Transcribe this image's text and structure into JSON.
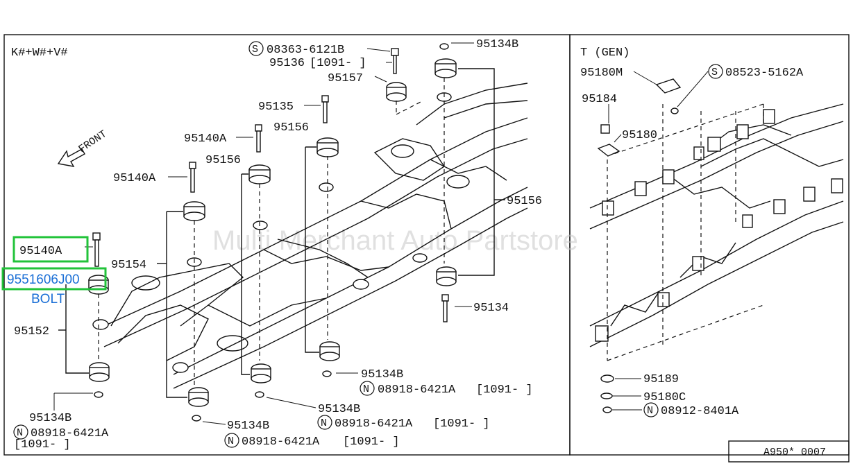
{
  "watermark": "Multi Merchant Auto Partstore",
  "left_panel": {
    "model_code": "K#+W#+V#",
    "front_label": "FRONT",
    "labels": {
      "s_bolt_top": "08363-6121B",
      "p95136": "95136",
      "p95136_range": "[1091-    ]",
      "p95134b_top": "95134B",
      "p95157": "95157",
      "p95135": "95135",
      "p95156_a": "95156",
      "p95140a_a": "95140A",
      "p95156_b": "95156",
      "p95140a_b": "95140A",
      "p95156_c": "95156",
      "p95140a_c": "95140A",
      "p95154": "95154",
      "bolt_part_number": "9551606J00",
      "bolt_caption": "BOLT",
      "p95152": "95152",
      "p95134": "95134",
      "p95134b_r": "95134B",
      "n_r": "08918-6421A",
      "n_r_range": "[1091-       ]",
      "p95134b_m": "95134B",
      "n_m": "08918-6421A",
      "n_m_range": "[1091-      ]",
      "p95134b_l": "95134B",
      "n_l": "08918-6421A",
      "n_l_range": "[1091-      ]",
      "p95134b_bl": "95134B",
      "n_bl": "08918-6421A",
      "n_bl_range": "[1091-   ]"
    }
  },
  "right_panel": {
    "title": "T (GEN)",
    "labels": {
      "p95180m": "95180M",
      "s_bolt": "08523-5162A",
      "p95184": "95184",
      "p95180": "95180",
      "p95189": "95189",
      "p95180c": "95180C",
      "n_nut": "08912-8401A"
    }
  },
  "symbols": {
    "screw": "S",
    "nut": "N"
  },
  "figure_code": "A950* 0007",
  "highlight_color": "#22c33a",
  "text_accent_color": "#1a6fd6"
}
